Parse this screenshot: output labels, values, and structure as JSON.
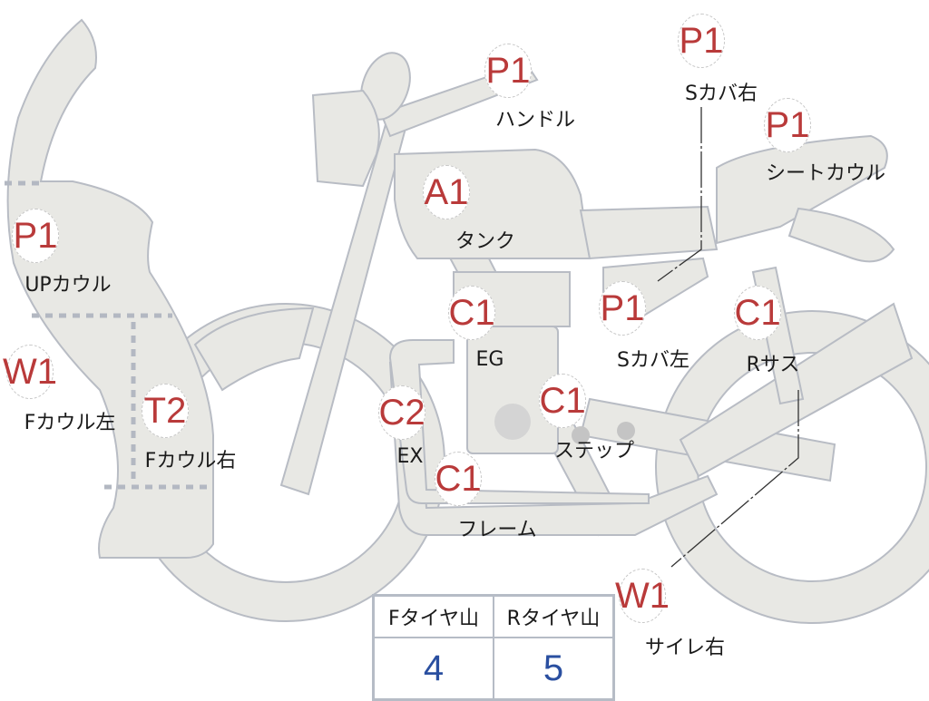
{
  "markers": [
    {
      "code": "P1",
      "label": "UPカウル"
    },
    {
      "code": "W1",
      "label": "Fカウル左"
    },
    {
      "code": "T2",
      "label": "Fカウル右"
    },
    {
      "code": "P1",
      "label": "ハンドル"
    },
    {
      "code": "A1",
      "label": "タンク"
    },
    {
      "code": "P1",
      "label": "Sカバ右"
    },
    {
      "code": "P1",
      "label": "シートカウル"
    },
    {
      "code": "C1",
      "label": "EG"
    },
    {
      "code": "P1",
      "label": "Sカバ左"
    },
    {
      "code": "C1",
      "label": "Rサス"
    },
    {
      "code": "C2",
      "label": "EX"
    },
    {
      "code": "C1",
      "label": "ステップ"
    },
    {
      "code": "C1",
      "label": "フレーム"
    },
    {
      "code": "W1",
      "label": "サイレ右"
    }
  ],
  "tire_table": {
    "front_header": "Fタイヤ山",
    "rear_header": "Rタイヤ山",
    "front_value": "4",
    "rear_value": "5"
  },
  "colors": {
    "part_fill": "#e8e8e4",
    "part_stroke": "#b8bcc4",
    "code": "#b93a3a",
    "value": "#2a4fa0"
  }
}
